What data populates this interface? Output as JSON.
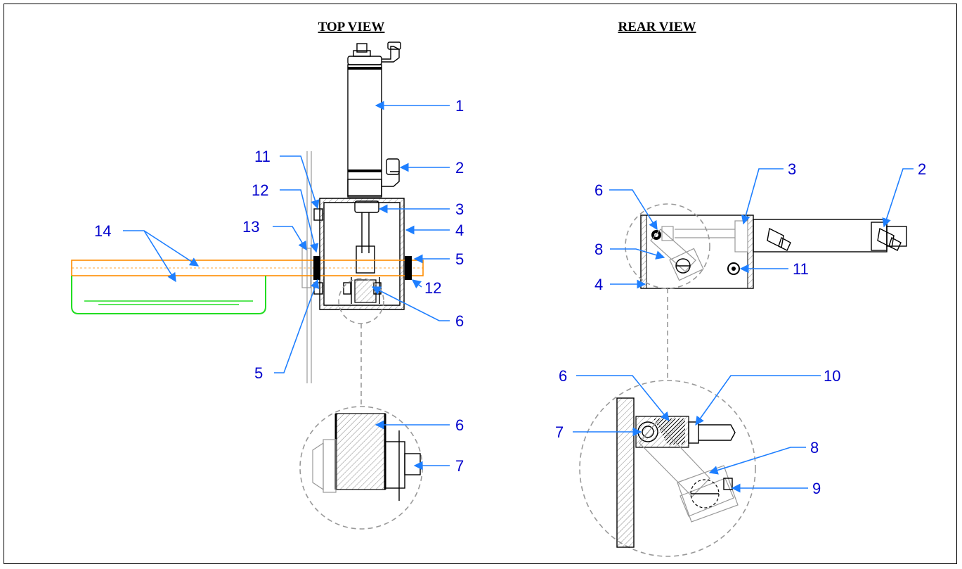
{
  "titles": {
    "top": "TOP VIEW",
    "rear": "REAR VIEW"
  },
  "labels": {
    "t1": "1",
    "t2": "2",
    "t3": "3",
    "t4": "4",
    "t5a": "5",
    "t5b": "5",
    "t6a": "6",
    "t6b": "6",
    "t7": "7",
    "t11": "11",
    "t12a": "12",
    "t12b": "12",
    "t13": "13",
    "t14": "14",
    "r2": "2",
    "r3": "3",
    "r4": "4",
    "r6a": "6",
    "r6b": "6",
    "r7": "7",
    "r8a": "8",
    "r8b": "8",
    "r9": "9",
    "r10": "10",
    "r11": "11"
  },
  "colors": {
    "leader": "#1e7fff",
    "label": "#0000cc",
    "rail": "#ff8c00",
    "tray": "#22dd22"
  }
}
